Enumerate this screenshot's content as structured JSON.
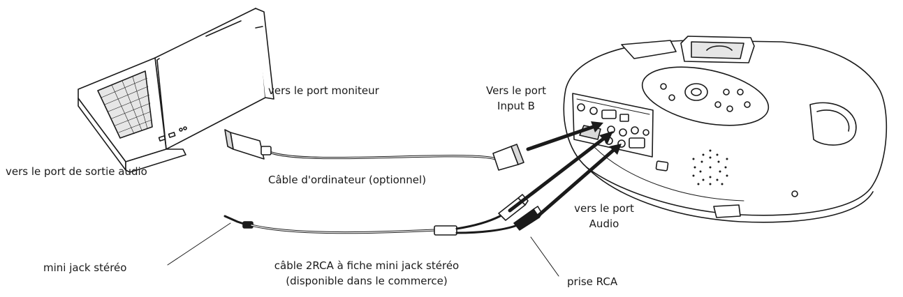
{
  "labels": {
    "monitor_port": "vers le port moniteur",
    "input_b": [
      "Vers le port",
      "Input B"
    ],
    "audio_out": "vers le port de sortie audio",
    "computer_cable": "Câble d'ordinateur (optionnel)",
    "audio_port": [
      "vers le port",
      "Audio"
    ],
    "mini_jack": "mini jack stéréo",
    "rca_cable": [
      "câble 2RCA à fiche mini jack stéréo",
      "(disponible dans le commerce)"
    ],
    "rca_plug": "prise RCA"
  },
  "icons": [
    "laptop-icon",
    "projector-icon",
    "vga-connector-icon",
    "mini-jack-icon",
    "rca-plug-icon"
  ],
  "colors": {
    "line": "#1a1a1a",
    "fill": "#ffffff",
    "shade": "#d9d9d9"
  }
}
